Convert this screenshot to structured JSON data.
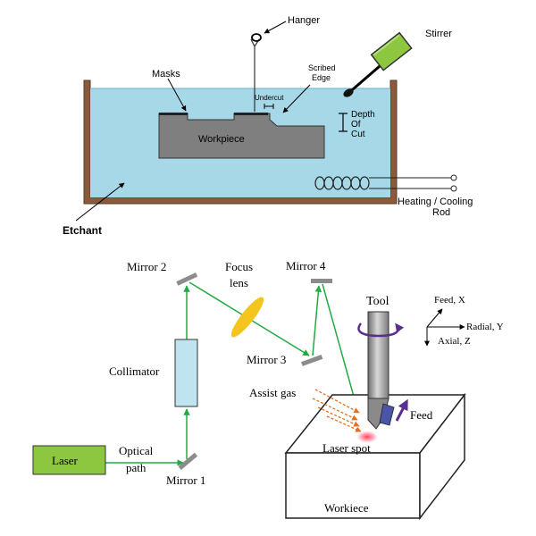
{
  "etching": {
    "labels": {
      "hanger": "Hanger",
      "stirrer": "Stirrer",
      "masks": "Masks",
      "scribed_line1": "Scribed",
      "scribed_line2": "Edge",
      "undercut": "Undercut",
      "depth_line1": "Depth",
      "depth_line2": "Of",
      "depth_line3": "Cut",
      "workpiece": "Workpiece",
      "heating_line1": "Heating / Cooling",
      "heating_line2": "Rod",
      "etchant": "Etchant"
    },
    "colors": {
      "tank": "#8b5a3c",
      "liquid": "#a7d8e8",
      "workpiece": "#7f7f7f",
      "stirrer": "#8dc63f"
    }
  },
  "laser": {
    "labels": {
      "laser": "Laser",
      "optical_line1": "Optical",
      "optical_line2": "path",
      "mirror1": "Mirror 1",
      "mirror2": "Mirror 2",
      "mirror3": "Mirror 3",
      "mirror4": "Mirror 4",
      "collimator": "Collimator",
      "focus_line1": "Focus",
      "focus_line2": "lens",
      "tool": "Tool",
      "feed_x": "Feed, X",
      "radial_y": "Radial, Y",
      "axial_z": "Axial, Z",
      "assist_gas": "Assist gas",
      "feed": "Feed",
      "laser_spot": "Laser spot",
      "workpiece": "Workiece"
    },
    "colors": {
      "laser_box": "#8dc63f",
      "beam": "#22aa44",
      "collimator": "#bfe3ef",
      "lens": "#f3c51e",
      "gas": "#e07020",
      "feed_arrow": "#5b2d8e",
      "spot": "#ff4466"
    }
  }
}
